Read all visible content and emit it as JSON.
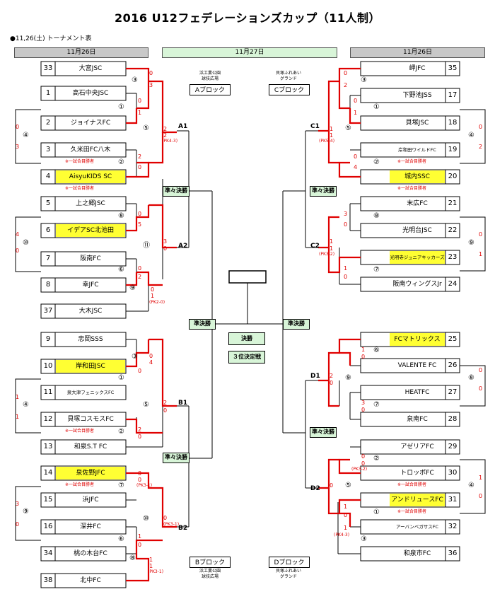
{
  "title": "2016  U12フェデレーションズカップ（11人制）",
  "subtitle": "●11,26(土)  トーナメント表",
  "dates": {
    "left": "11月26日",
    "center": "11月27日",
    "right": "11月26日"
  },
  "blocks": {
    "A": {
      "name": "Aブロック",
      "venue": [
        "浜工業公園",
        "球技広場"
      ]
    },
    "B": {
      "name": "Bブロック",
      "venue": [
        "浜工業公園",
        "球技広場"
      ]
    },
    "C": {
      "name": "Cブロック",
      "venue": [
        "貝塚ふれあい",
        "グランド"
      ]
    },
    "D": {
      "name": "Dブロック",
      "venue": [
        "貝塚ふれあい",
        "グランド"
      ]
    }
  },
  "labels": {
    "semi_quarter": "準々決勝",
    "semifinal": "準決勝",
    "final": "決勝",
    "third_place": "３位決定戦",
    "one_match_note": "※一試合目勝者"
  },
  "left_teams": [
    {
      "num": "33",
      "name": "大宮JSC"
    },
    {
      "num": "1",
      "name": "高石中央JSC"
    },
    {
      "num": "2",
      "name": "ジョイナスFC"
    },
    {
      "num": "3",
      "name": "久米田FC八木"
    },
    {
      "num": "4",
      "name": "AisyuKIDS SC"
    },
    {
      "num": "5",
      "name": "上之郷JSC"
    },
    {
      "num": "6",
      "name": "イデアSC北池田"
    },
    {
      "num": "7",
      "name": "阪南FC"
    },
    {
      "num": "8",
      "name": "幸JFC"
    },
    {
      "num": "37",
      "name": "大木JSC"
    },
    {
      "num": "9",
      "name": "忠岡SSS"
    },
    {
      "num": "10",
      "name": "岸和田JSC"
    },
    {
      "num": "11",
      "name": "泉大津フェニックスFC"
    },
    {
      "num": "12",
      "name": "貝塚コスモスFC"
    },
    {
      "num": "13",
      "name": "和泉S.T FC"
    },
    {
      "num": "14",
      "name": "泉佐野JFC"
    },
    {
      "num": "15",
      "name": "浜JFC"
    },
    {
      "num": "16",
      "name": "深井FC"
    },
    {
      "num": "34",
      "name": "桃の木台FC"
    },
    {
      "num": "38",
      "name": "北中FC"
    }
  ],
  "right_teams": [
    {
      "num": "35",
      "name": "岬JFC"
    },
    {
      "num": "17",
      "name": "下野池JSS"
    },
    {
      "num": "18",
      "name": "貝塚JSC"
    },
    {
      "num": "19",
      "name": "岸和田ワイルドFC"
    },
    {
      "num": "20",
      "name": "城内SSC"
    },
    {
      "num": "21",
      "name": "末広FC"
    },
    {
      "num": "22",
      "name": "光明台JSC"
    },
    {
      "num": "23",
      "name": "光明寺ジュニアキッカーズ"
    },
    {
      "num": "24",
      "name": "阪南ウィングスJr"
    },
    {
      "num": "25",
      "name": "FCマトリックス"
    },
    {
      "num": "26",
      "name": "VALENTE FC"
    },
    {
      "num": "27",
      "name": "HEATFC"
    },
    {
      "num": "28",
      "name": "泉南FC"
    },
    {
      "num": "29",
      "name": "アゼリアFC"
    },
    {
      "num": "30",
      "name": "トロッポFC"
    },
    {
      "num": "31",
      "name": "アンドリュースFC"
    },
    {
      "num": "32",
      "name": "アーバンベガサスFC"
    },
    {
      "num": "36",
      "name": "和泉市FC"
    }
  ],
  "circles": [
    "①",
    "②",
    "③",
    "④",
    "⑤",
    "⑥",
    "⑦",
    "⑧",
    "⑨",
    "⑩",
    "⑪"
  ],
  "slot_labels": {
    "A1": "A1",
    "A2": "A2",
    "B1": "B1",
    "B2": "B2",
    "C1": "C1",
    "C2": "C2",
    "D1": "D1",
    "D2": "D2"
  },
  "scores": {
    "s0": "0",
    "s1": "1",
    "s2": "2",
    "s3": "3",
    "s4": "4",
    "s5": "5"
  },
  "pk": {
    "a1": "(PK4-3)",
    "a2": "(PK2-0)",
    "b14": "(PK3-1)",
    "b2": "(PK3-1)",
    "b38": "(PK3-1)",
    "c1": "(PK5-4)",
    "c2": "(PK3-2)",
    "d29": "(PK3-2)",
    "d2": "(PK4-3)"
  },
  "colors": {
    "win_line": "#e00000",
    "line": "#000000",
    "highlight": "#ffff33",
    "green": "#d8f5d8",
    "gray": "#c8c8c8"
  }
}
